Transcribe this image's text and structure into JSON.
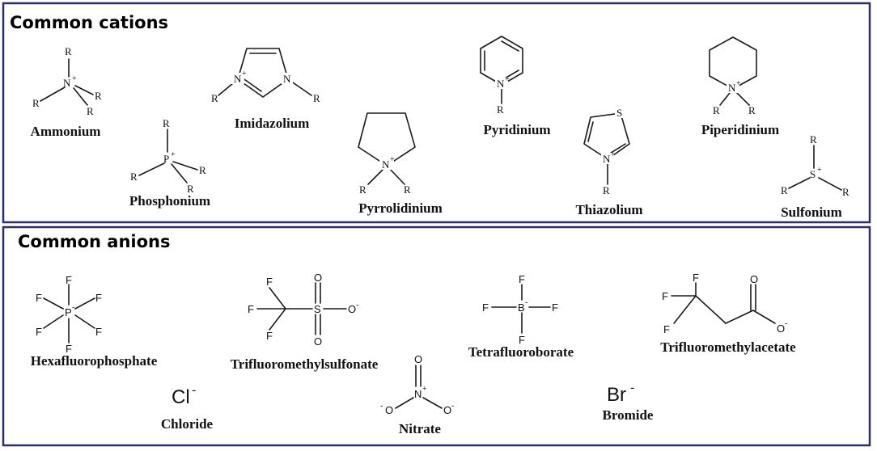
{
  "cations": {
    "heading": "Common cations",
    "items": {
      "ammonium": "Ammonium",
      "phosphonium": "Phosphonium",
      "imidazolium": "Imidazolium",
      "pyrrolidinium": "Pyrrolidinium",
      "pyridinium": "Pyridinium",
      "thiazolium": "Thiazolium",
      "piperidinium": "Piperidinium",
      "sulfonium": "Sulfonium"
    }
  },
  "anions": {
    "heading": "Common anions",
    "items": {
      "hexafluorophosphate": "Hexafluorophosphate",
      "trifluoromethylsulfonate": "Trifluoromethylsulfonate",
      "tetrafluoroborate": "Tetrafluoroborate",
      "trifluoromethylacetate": "Trifluoromethylacetate",
      "chloride": "Chloride",
      "nitrate": "Nitrate",
      "bromide": "Bromide"
    },
    "chloride_symbol": "Cl",
    "bromide_symbol": "Br",
    "minus": "-"
  },
  "atoms": {
    "R": "R",
    "N": "N",
    "P": "P",
    "S": "S",
    "F": "F",
    "B": "B",
    "O": "O",
    "plus": "+",
    "minus": "-"
  }
}
